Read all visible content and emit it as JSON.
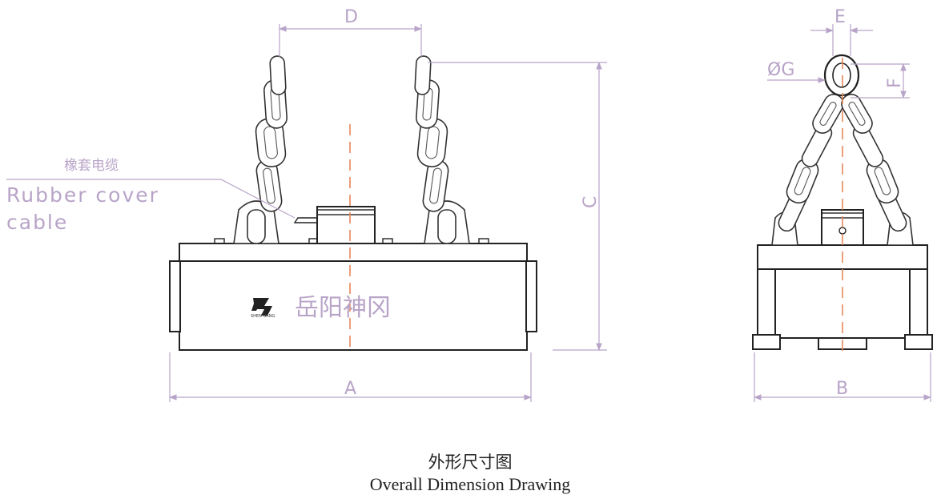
{
  "callout": {
    "label_cn": "橡套电缆",
    "label_en_line1": "Rubber cover",
    "label_en_line2": "cable"
  },
  "brand": {
    "name_cn": "岳阳神冈",
    "logo_subtext": "SHEN GANG"
  },
  "dimensions": {
    "a": "A",
    "b": "B",
    "c": "C",
    "d": "D",
    "e": "E",
    "f": "F",
    "g": "ØG"
  },
  "caption": {
    "title_cn": "外形尺寸图",
    "title_en": "Overall Dimension Drawing"
  },
  "colors": {
    "dimension_lines": "#b8a4c8",
    "center_lines": "#e8875a",
    "outline": "#222222"
  }
}
